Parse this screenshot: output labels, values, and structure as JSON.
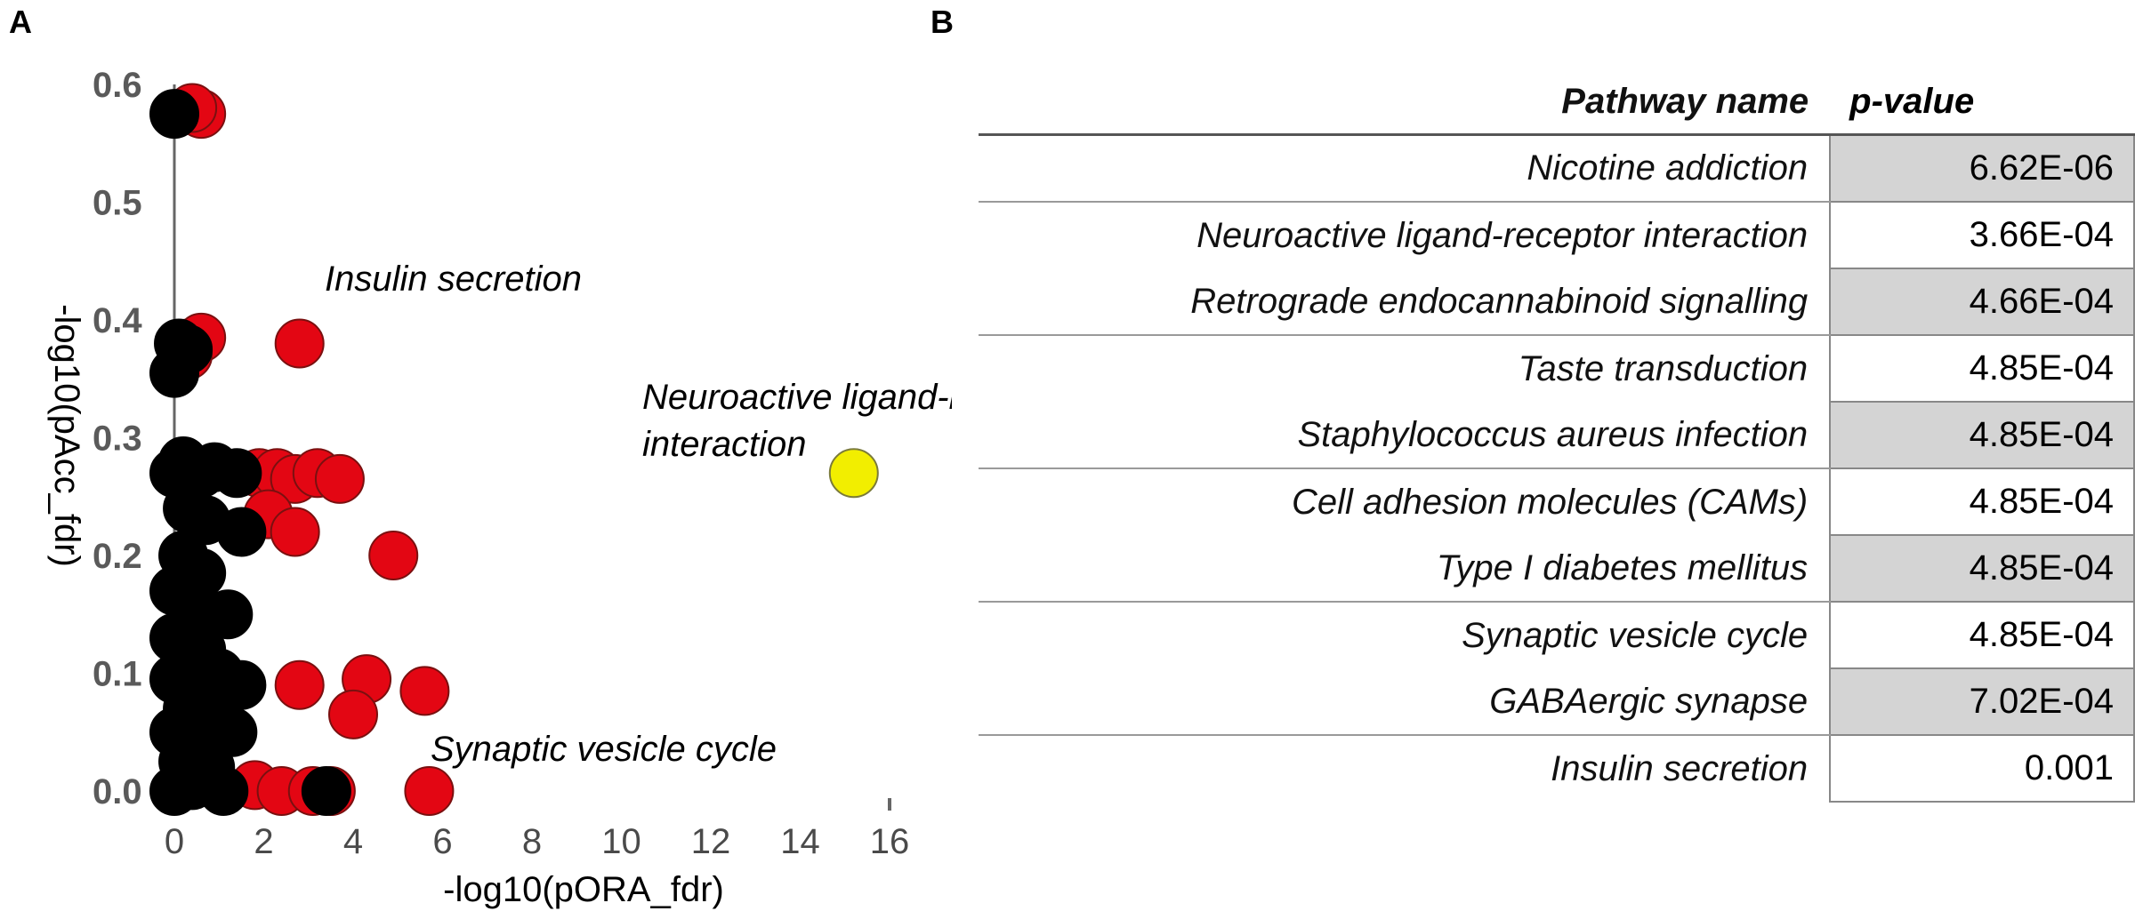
{
  "panels": {
    "a": "A",
    "b": "B"
  },
  "chart_data": [
    {
      "type": "scatter",
      "xlabel": "-log10(pORA_fdr)",
      "ylabel": "-log10(pAcc_fdr)",
      "xlim": [
        0,
        16
      ],
      "ylim": [
        0,
        0.6
      ],
      "xticks": [
        "0",
        "2",
        "4",
        "6",
        "8",
        "10",
        "12",
        "14",
        "16"
      ],
      "yticks": [
        "0.0",
        "0.1",
        "0.2",
        "0.3",
        "0.4",
        "0.5",
        "0.6"
      ],
      "grid": false,
      "annotations": [
        {
          "text": "Insulin secretion"
        },
        {
          "text": "Neuroactive ligand-receptor"
        },
        {
          "text": "interaction"
        },
        {
          "text": "Synaptic vesicle cycle"
        }
      ],
      "series": [
        {
          "color": "#e30613",
          "points": [
            [
              0.6,
              0.575
            ],
            [
              0.4,
              0.58
            ],
            [
              0.3,
              0.38
            ],
            [
              0.6,
              0.385
            ],
            [
              0.3,
              0.37
            ],
            [
              2.8,
              0.38
            ],
            [
              1.9,
              0.27
            ],
            [
              2.3,
              0.27
            ],
            [
              2.7,
              0.265
            ],
            [
              3.2,
              0.27
            ],
            [
              3.7,
              0.265
            ],
            [
              2.1,
              0.235
            ],
            [
              2.7,
              0.22
            ],
            [
              4.9,
              0.2
            ],
            [
              2.8,
              0.09
            ],
            [
              4.3,
              0.095
            ],
            [
              5.6,
              0.085
            ],
            [
              4.0,
              0.065
            ],
            [
              1.8,
              0.005
            ],
            [
              2.4,
              0.0
            ],
            [
              3.1,
              0.0
            ],
            [
              3.5,
              0.0
            ],
            [
              5.7,
              0.0
            ]
          ]
        },
        {
          "color": "#000000",
          "points": [
            [
              0.0,
              0.575
            ],
            [
              0.1,
              0.38
            ],
            [
              0.3,
              0.375
            ],
            [
              0.0,
              0.355
            ],
            [
              0.6,
              0.27
            ],
            [
              0.9,
              0.275
            ],
            [
              1.4,
              0.27
            ],
            [
              0.2,
              0.28
            ],
            [
              0.0,
              0.27
            ],
            [
              0.3,
              0.24
            ],
            [
              0.7,
              0.23
            ],
            [
              1.5,
              0.22
            ],
            [
              0.2,
              0.2
            ],
            [
              0.6,
              0.185
            ],
            [
              0.0,
              0.17
            ],
            [
              0.4,
              0.155
            ],
            [
              1.2,
              0.15
            ],
            [
              0.0,
              0.13
            ],
            [
              0.6,
              0.12
            ],
            [
              0.3,
              0.11
            ],
            [
              1.0,
              0.1
            ],
            [
              0.0,
              0.095
            ],
            [
              0.6,
              0.085
            ],
            [
              1.5,
              0.09
            ],
            [
              0.3,
              0.07
            ],
            [
              0.9,
              0.065
            ],
            [
              0.0,
              0.05
            ],
            [
              0.5,
              0.04
            ],
            [
              1.3,
              0.05
            ],
            [
              0.2,
              0.025
            ],
            [
              0.8,
              0.02
            ],
            [
              0.0,
              0.0
            ],
            [
              0.4,
              0.005
            ],
            [
              1.1,
              0.0
            ],
            [
              3.4,
              0.0
            ]
          ]
        },
        {
          "color": "#f2ee00",
          "points": [
            [
              15.2,
              0.27
            ]
          ]
        }
      ]
    },
    {
      "type": "table",
      "columns": [
        "Pathway name",
        "p-value"
      ],
      "rows": [
        {
          "name": "Nicotine addiction",
          "p": "6.62E-06"
        },
        {
          "name": "Neuroactive ligand-receptor interaction",
          "p": "3.66E-04"
        },
        {
          "name": "Retrograde endocannabinoid signalling",
          "p": "4.66E-04"
        },
        {
          "name": "Taste transduction",
          "p": "4.85E-04"
        },
        {
          "name": "Staphylococcus aureus infection",
          "p": "4.85E-04"
        },
        {
          "name": "Cell adhesion molecules (CAMs)",
          "p": "4.85E-04"
        },
        {
          "name": "Type I diabetes mellitus",
          "p": "4.85E-04"
        },
        {
          "name": "Synaptic vesicle cycle",
          "p": "4.85E-04"
        },
        {
          "name": "GABAergic synapse",
          "p": "7.02E-04"
        },
        {
          "name": "Insulin secretion",
          "p": "0.001"
        }
      ]
    }
  ]
}
